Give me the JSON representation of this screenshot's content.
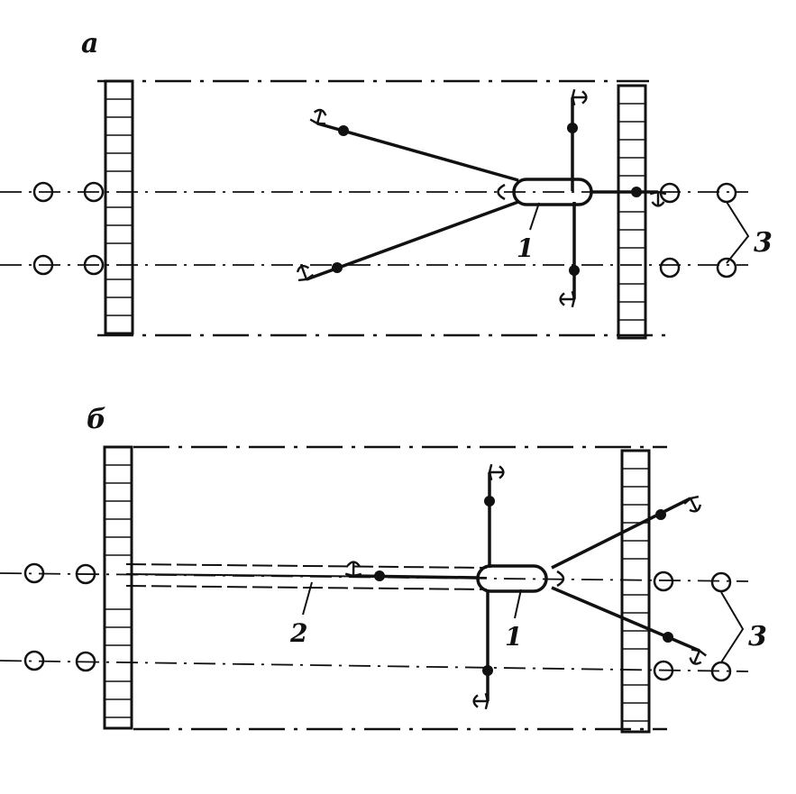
{
  "figure": {
    "ink_color": "#111111",
    "paper_color": "#ffffff",
    "panels": [
      {
        "label": "а",
        "callouts": {
          "vessel": "1",
          "bollards": "3"
        }
      },
      {
        "label": "б",
        "callouts": {
          "vessel": "1",
          "tow_line": "2",
          "bollards": "3"
        }
      }
    ]
  }
}
